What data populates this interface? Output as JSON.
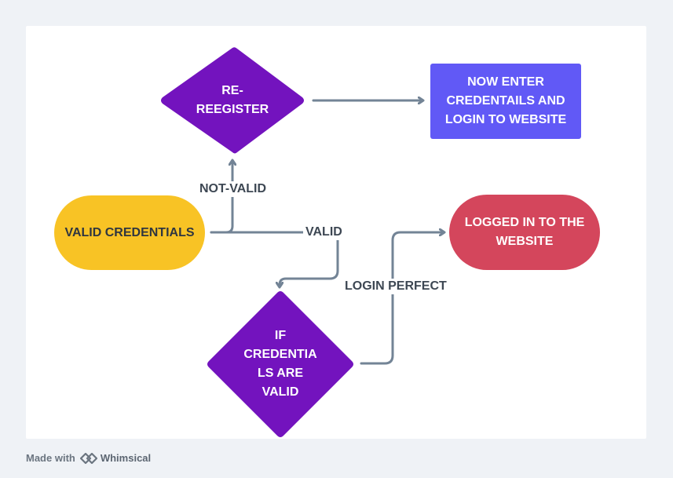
{
  "nodes": {
    "reregister": {
      "label": "RE-\nREEGISTER",
      "color": "#7313be"
    },
    "now_enter": {
      "label": "NOW ENTER\nCREDENTAILS AND\nLOGIN TO WEBSITE",
      "color": "#6159f6"
    },
    "valid_credentials": {
      "label": "VALID CREDENTIALS",
      "color": "#f8c325"
    },
    "logged_in": {
      "label": "LOGGED IN TO THE\nWEBSITE",
      "color": "#d4465c"
    },
    "if_valid": {
      "label": "IF\nCREDENTIA\nLS ARE\nVALID",
      "color": "#7313be"
    }
  },
  "edges": {
    "not_valid": "NOT-VALID",
    "valid": "VALID",
    "login_perfect": "LOGIN PERFECT"
  },
  "footer": {
    "made_with": "Made with",
    "brand": "Whimsical"
  },
  "colors": {
    "edge": "#738496",
    "background": "#eff2f6",
    "canvas": "#ffffff"
  }
}
